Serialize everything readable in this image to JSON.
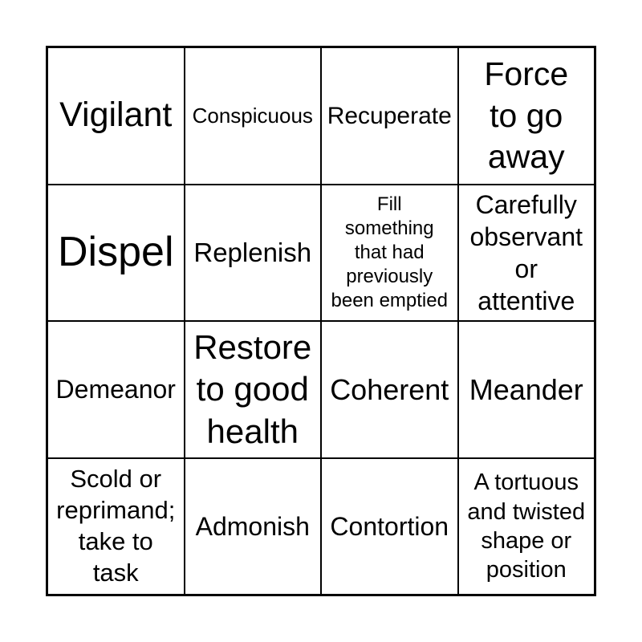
{
  "card": {
    "grid": {
      "rows": 4,
      "cols": 4,
      "line_color": "#000000",
      "background_color": "#ffffff",
      "text_color": "#000000"
    },
    "cells": [
      {
        "text": "Vigilant"
      },
      {
        "text": "Conspicuous"
      },
      {
        "text": "Recuperate"
      },
      {
        "text": "Force\nto go\naway"
      },
      {
        "text": "Dispel"
      },
      {
        "text": "Replenish"
      },
      {
        "text": "Fill\nsomething\nthat had\npreviously\nbeen emptied"
      },
      {
        "text": "Carefully\nobservant\nor\nattentive"
      },
      {
        "text": "Demeanor"
      },
      {
        "text": "Restore\nto good\nhealth"
      },
      {
        "text": "Coherent"
      },
      {
        "text": "Meander"
      },
      {
        "text": "Scold or\nreprimand;\ntake to\ntask"
      },
      {
        "text": "Admonish"
      },
      {
        "text": "Contortion"
      },
      {
        "text": "A tortuous\nand twisted\nshape or\nposition"
      }
    ]
  }
}
